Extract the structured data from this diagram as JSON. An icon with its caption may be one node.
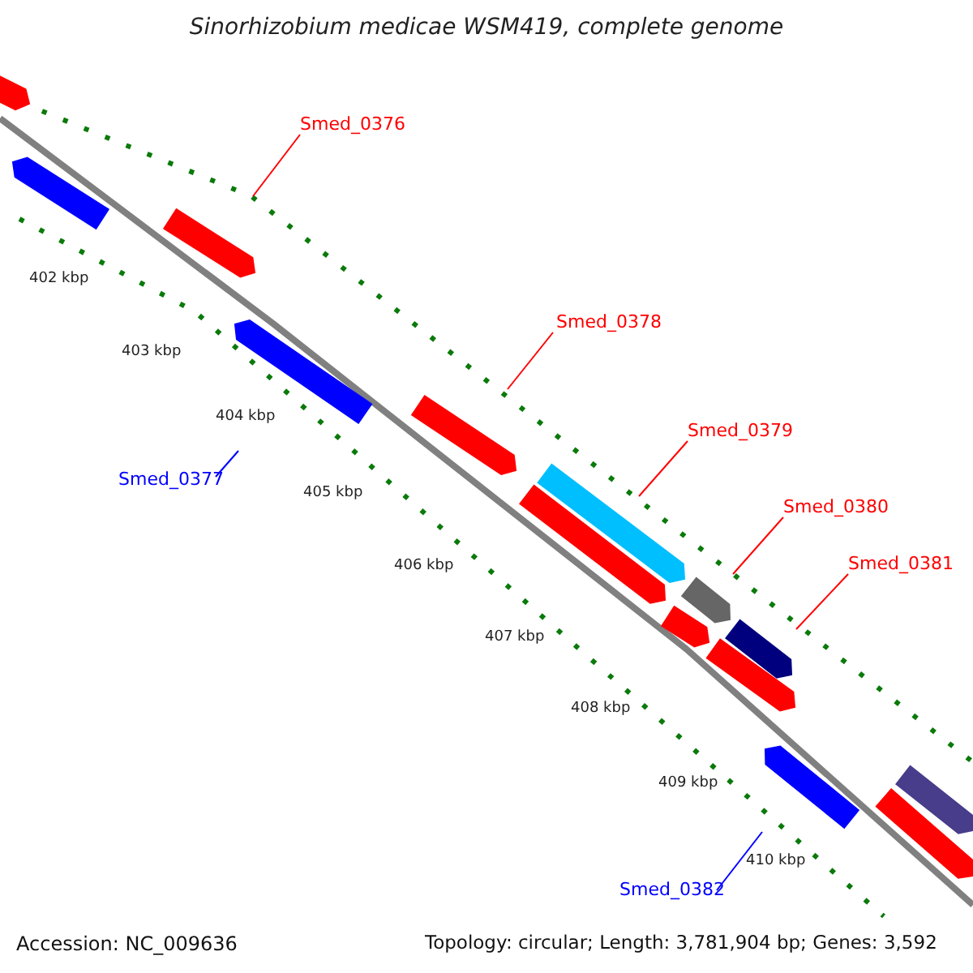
{
  "diagram": {
    "title": "Sinorhizobium medicae WSM419, complete genome",
    "nodes": [
      {
        "text": [
          "Smed_0376"
        ]
      },
      {
        "text": [
          "Smed_0378"
        ]
      },
      {
        "text": [
          "Smed_0377"
        ]
      },
      {
        "text": [
          "Smed_0379"
        ]
      },
      {
        "text": [
          "Smed_0380"
        ]
      },
      {
        "text": [
          "Smed_0381"
        ]
      },
      {
        "text": [
          "Smed_0382"
        ]
      }
    ],
    "edges": [
      {
        "from": 0,
        "to": null,
        "arrow": "none"
      },
      {
        "from": 1,
        "to": null,
        "arrow": "none"
      },
      {
        "from": 2,
        "to": null,
        "arrow": "none",
        "color": "#0000ff"
      },
      {
        "from": 3,
        "to": null,
        "arrow": "none"
      },
      {
        "from": 4,
        "to": null,
        "arrow": "none"
      },
      {
        "from": 5,
        "to": null,
        "arrow": "none"
      },
      {
        "from": 6,
        "to": null,
        "arrow": "none",
        "color": "#0000ff"
      }
    ],
    "labels": [
      "402 kbp",
      "403 kbp",
      "404 kbp",
      "405 kbp",
      "406 kbp",
      "407 kbp",
      "408 kbp",
      "409 kbp",
      "410 kbp",
      "Accession: NC_009636",
      "Topology: circular; Length: 3,781,904 bp; Genes: 3,592"
    ]
  }
}
